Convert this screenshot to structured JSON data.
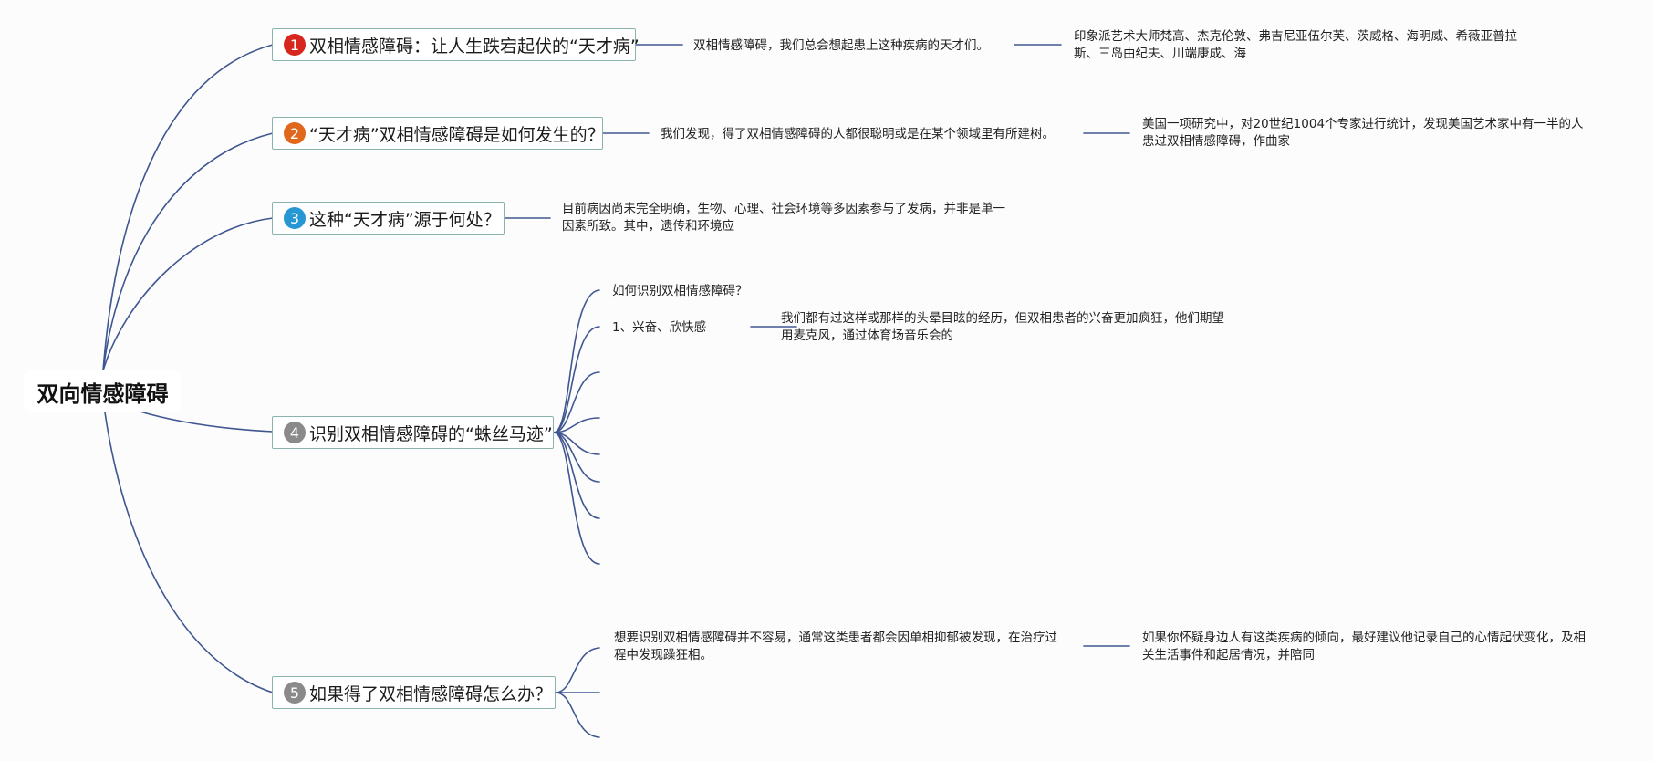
{
  "root": {
    "label": "双向情感障碍"
  },
  "topics": [
    {
      "number": "1",
      "label": "双相情感障碍：让人生跌宕起伏的“天才病”",
      "badge_color": "#d7261d"
    },
    {
      "number": "2",
      "label": "“天才病”双相情感障碍是如何发生的？",
      "badge_color": "#e0681c"
    },
    {
      "number": "3",
      "label": "这种“天才病”源于何处？",
      "badge_color": "#2797d4"
    },
    {
      "number": "4",
      "label": "识别双相情感障碍的“蛛丝马迹”",
      "badge_color": "#8a8a8a"
    },
    {
      "number": "5",
      "label": "如果得了双相情感障碍怎么办？",
      "badge_color": "#8a8a8a"
    }
  ],
  "notes": {
    "t1_a": "双相情感障碍，我们总会想起患上这种疾病的天才们。",
    "t1_b": "印象派艺术大师梵高、杰克伦敦、弗吉尼亚伍尔芙、茨威格、海明威、希薇亚普拉斯、三岛由纪夫、川端康成、海",
    "t2_a": "我们发现，得了双相情感障碍的人都很聪明或是在某个领域里有所建树。",
    "t2_b": "美国一项研究中，对20世纪1004个专家进行统计，发现美国艺术家中有一半的人患过双相情感障碍，作曲家",
    "t3_a": "目前病因尚未完全明确，生物、心理、社会环境等多因素参与了发病，并非是单一因素所致。其中，遗传和环境应",
    "t4_a": "如何识别双相情感障碍？",
    "t4_b": "1、兴奋、欣快感",
    "t4_c": "我们都有过这样或那样的头晕目眩的经历，但双相患者的兴奋更加疯狂，他们期望用麦克风，通过体育场音乐会的",
    "t5_a": "想要识别双相情感障碍并不容易，通常这类患者都会因单相抑郁被发现，在治疗过程中发现躁狂相。",
    "t5_b": "如果你怀疑身边人有这类疾病的倾向，最好建议他记录自己的心情起伏变化，及相关生活事件和起居情况，并陪同"
  },
  "colors": {
    "line": "#3f5690",
    "topic_border": "#8ab3ad"
  }
}
